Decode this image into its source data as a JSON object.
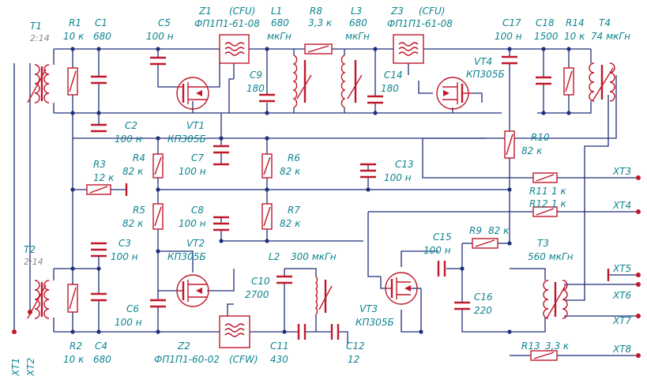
{
  "components": {
    "T1": {
      "ref": "T1",
      "ratio": "2:14"
    },
    "T2": {
      "ref": "T2",
      "ratio": "2:14"
    },
    "T3": {
      "ref": "T3",
      "value": "560 мкГн"
    },
    "T4": {
      "ref": "T4",
      "value": "74 мкГн"
    },
    "R1": {
      "ref": "R1",
      "value": "10 к"
    },
    "R2": {
      "ref": "R2",
      "value": "10 к"
    },
    "R3": {
      "ref": "R3",
      "value": "12 к"
    },
    "R4": {
      "ref": "R4",
      "value": "82 к"
    },
    "R5": {
      "ref": "R5",
      "value": "82 к"
    },
    "R6": {
      "ref": "R6",
      "value": "82 к"
    },
    "R7": {
      "ref": "R7",
      "value": "82 к"
    },
    "R8": {
      "ref": "R8",
      "value": "3,3 к"
    },
    "R9": {
      "ref": "R9",
      "value": "82 к"
    },
    "R10": {
      "ref": "R10",
      "value": "82 к"
    },
    "R11": {
      "ref": "R11",
      "value": "1 к"
    },
    "R12": {
      "ref": "R12",
      "value": "1 к"
    },
    "R13": {
      "ref": "R13",
      "value": "3,3 к"
    },
    "R14": {
      "ref": "R14",
      "value": "10 к"
    },
    "C1": {
      "ref": "C1",
      "value": "680"
    },
    "C2": {
      "ref": "C2",
      "value": "100 н"
    },
    "C3": {
      "ref": "C3",
      "value": "100 н"
    },
    "C4": {
      "ref": "C4",
      "value": "680"
    },
    "C5": {
      "ref": "C5",
      "value": "100 н"
    },
    "C6": {
      "ref": "C6",
      "value": "100 н"
    },
    "C7": {
      "ref": "C7",
      "value": "100 н"
    },
    "C8": {
      "ref": "C8",
      "value": "100 н"
    },
    "C9": {
      "ref": "C9",
      "value": "180"
    },
    "C10": {
      "ref": "C10",
      "value": "2700"
    },
    "C11": {
      "ref": "C11",
      "value": "430"
    },
    "C12": {
      "ref": "C12",
      "value": "12"
    },
    "C13": {
      "ref": "C13",
      "value": "100 н"
    },
    "C14": {
      "ref": "C14",
      "value": "180"
    },
    "C15": {
      "ref": "C15",
      "value": "100 н"
    },
    "C16": {
      "ref": "C16",
      "value": "220"
    },
    "C17": {
      "ref": "C17",
      "value": "100 н"
    },
    "C18": {
      "ref": "C18",
      "value": "1500"
    },
    "L1": {
      "ref": "L1",
      "value": "680",
      "unit": "мкГн"
    },
    "L2": {
      "ref": "L2",
      "value": "300 мкГн"
    },
    "L3": {
      "ref": "L3",
      "value": "680",
      "unit": "мкГн"
    },
    "Z1": {
      "ref": "Z1",
      "type": "(CFU)",
      "part": "ФП1П1-61-08"
    },
    "Z2": {
      "ref": "Z2",
      "part": "ФП1П1-60-02",
      "type": "(CFW)"
    },
    "Z3": {
      "ref": "Z3",
      "type": "(CFU)",
      "part": "ФП1П1-61-08"
    },
    "VT1": {
      "ref": "VT1",
      "part": "КП305Б"
    },
    "VT2": {
      "ref": "VT2",
      "part": "КП305Б"
    },
    "VT3": {
      "ref": "VT3",
      "part": "КП305Б"
    },
    "VT4": {
      "ref": "VT4",
      "part": "КП305Б"
    }
  },
  "connectors": [
    "XT1",
    "XT2",
    "XT3",
    "XT4",
    "XT5",
    "XT6",
    "XT7",
    "XT8"
  ]
}
